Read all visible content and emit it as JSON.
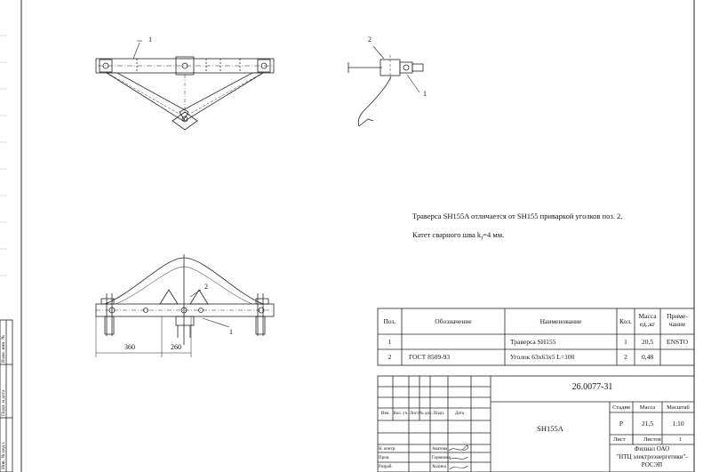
{
  "notes": {
    "line1": "Траверса SH155A отличается от SH155 приваркой уголков поз. 2.",
    "line2": "Катет сварного шва k",
    "line2_sub": "f",
    "line2_end": "=4 мм."
  },
  "callouts": {
    "pos1": "1",
    "pos2": "2"
  },
  "dimensions": {
    "d1": "360",
    "d2": "260"
  },
  "spec_table": {
    "headers": {
      "pos": "Поз.",
      "designation": "Обозначение",
      "name": "Наименование",
      "qty": "Кол.",
      "mass": "Масса ед.,кг",
      "note": "Приме-чание"
    },
    "rows": [
      {
        "pos": "1",
        "designation": "",
        "name": "Траверса SH155",
        "qty": "1",
        "mass": "20,5",
        "note": "ENSTO"
      },
      {
        "pos": "2",
        "designation": "ГОСТ 8509-93",
        "name": "Уголок 63х63х5 L=100",
        "qty": "2",
        "mass": "0,48",
        "note": ""
      }
    ]
  },
  "title_block": {
    "doc_number": "26.0077-31",
    "item_name": "SH155A",
    "col_stage": "Стадия",
    "col_mass": "Масса",
    "col_scale": "Масштаб",
    "stage": "Р",
    "mass": "21,5",
    "scale": "1:10",
    "sheet_label": "Лист",
    "sheets_label": "Листов",
    "sheets_count": "1",
    "org_line1": "Филиал ОАО",
    "org_line2": "\"НТЦ электроэнергетики\"-",
    "org_line3": "РОСЭП",
    "rev_headers": [
      "Изм.",
      "Кол. уч.",
      "Лист",
      "№ док.",
      "Подп.",
      "Дата"
    ],
    "roles": [
      {
        "role": "Н. контр.",
        "name": "Акатова"
      },
      {
        "role": "Пров.",
        "name": "Горюнова"
      },
      {
        "role": "Разраб.",
        "name": "Холина"
      }
    ]
  },
  "side_stamp": {
    "inv": "Инв. № подл.",
    "sign": "Подп. и дата",
    "replace": "Взам. инв. №"
  }
}
